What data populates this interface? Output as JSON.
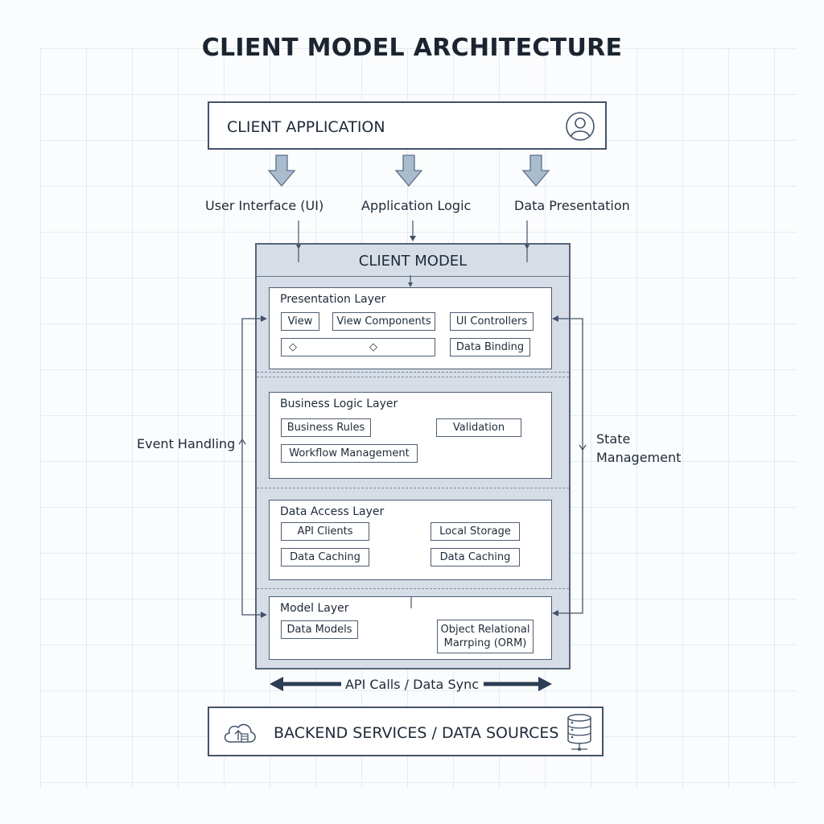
{
  "title": "CLIENT MODEL ARCHITECTURE",
  "client_app": {
    "label": "CLIENT APPLICATION",
    "icon": "user-icon"
  },
  "flows": [
    {
      "label": "User Interface (UI)"
    },
    {
      "label": "Application Logic"
    },
    {
      "label": "Data Presentation"
    }
  ],
  "client_model": {
    "title": "CLIENT MODEL",
    "layers": {
      "presentation": {
        "title": "Presentation Layer",
        "items": [
          "View",
          "View Components",
          "UI Controllers",
          "Data Binding"
        ],
        "placeholder_symbols": [
          "◇",
          "◇"
        ]
      },
      "business": {
        "title": "Business Logic Layer",
        "items": [
          "Business Rules",
          "Validation",
          "Workflow Management"
        ]
      },
      "data_access": {
        "title": "Data Access Layer",
        "items": [
          "API Clients",
          "Local Storage",
          "Data Caching",
          "Data Caching"
        ]
      },
      "model": {
        "title": "Model Layer",
        "items": [
          "Data Models",
          "Object Relational",
          "Marrping (ORM)"
        ]
      }
    }
  },
  "side": {
    "left": "Event Handling",
    "right_line1": "State",
    "right_line2": "Management"
  },
  "sync": {
    "label": "API Calls / Data Sync"
  },
  "backend": {
    "label": "BACKEND SERVICES / DATA SOURCES",
    "icons": [
      "cloud-icon",
      "database-icon"
    ]
  },
  "colors": {
    "stroke": "#4f5e72",
    "model_fill": "#d6dde6",
    "arrow_fill": "#a9bccd",
    "dark_arrow": "#2c3e55"
  }
}
